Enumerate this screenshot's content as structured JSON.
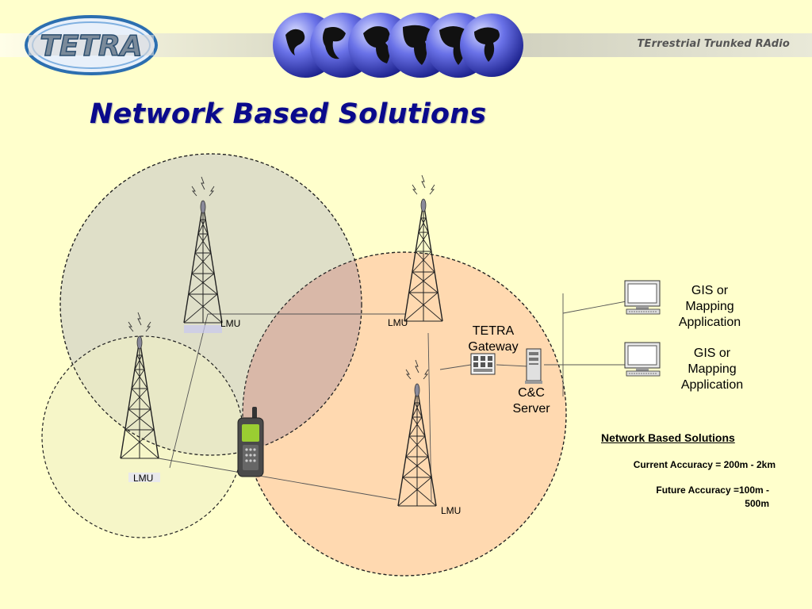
{
  "header": {
    "logo_text": "TETRA",
    "tagline": "TErrestrial Trunked RAdio",
    "accent": "#0A0A8C",
    "icons": [
      "tetra-logo",
      "globe-icon"
    ]
  },
  "slide": {
    "title": "Network Based Solutions",
    "background": "#FFFFCC"
  },
  "diagram": {
    "towers": [
      {
        "label": "LMU"
      },
      {
        "label": "LMU"
      },
      {
        "label": "LMU"
      },
      {
        "label": "LMU"
      }
    ],
    "gateway": {
      "line1": "TETRA",
      "line2": "Gateway"
    },
    "server": {
      "line1": "C&C",
      "line2": "Server"
    },
    "gis": [
      {
        "line1": "GIS or",
        "line2": "Mapping",
        "line3": "Application"
      },
      {
        "line1": "GIS or",
        "line2": "Mapping",
        "line3": "Application"
      }
    ],
    "coverage_colors": [
      "#DCDCC8",
      "#FFD9B0",
      "#EEEEC4"
    ],
    "icons": [
      "radio-tower-icon",
      "handheld-radio-icon",
      "gateway-icon",
      "server-icon",
      "monitor-icon"
    ]
  },
  "notes": {
    "title": "Network Based Solutions",
    "current": "Current Accuracy = 200m - 2km",
    "future_line1": "Future Accuracy =100m -",
    "future_line2": "500m"
  }
}
